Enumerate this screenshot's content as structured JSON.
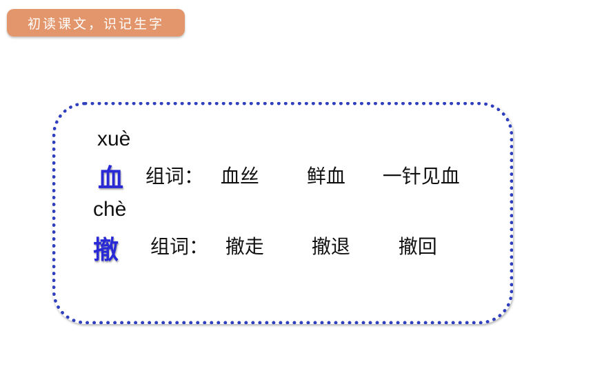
{
  "header": {
    "tab_label": "初读课文，识记生字"
  },
  "entries": [
    {
      "pinyin": "xuè",
      "character": "血",
      "label": "组词：",
      "words": [
        "血丝",
        "鲜血",
        "一针见血"
      ]
    },
    {
      "pinyin": "chè",
      "character": "撤",
      "label": "组词：",
      "words": [
        "撤走",
        "撤退",
        "撤回"
      ]
    }
  ]
}
